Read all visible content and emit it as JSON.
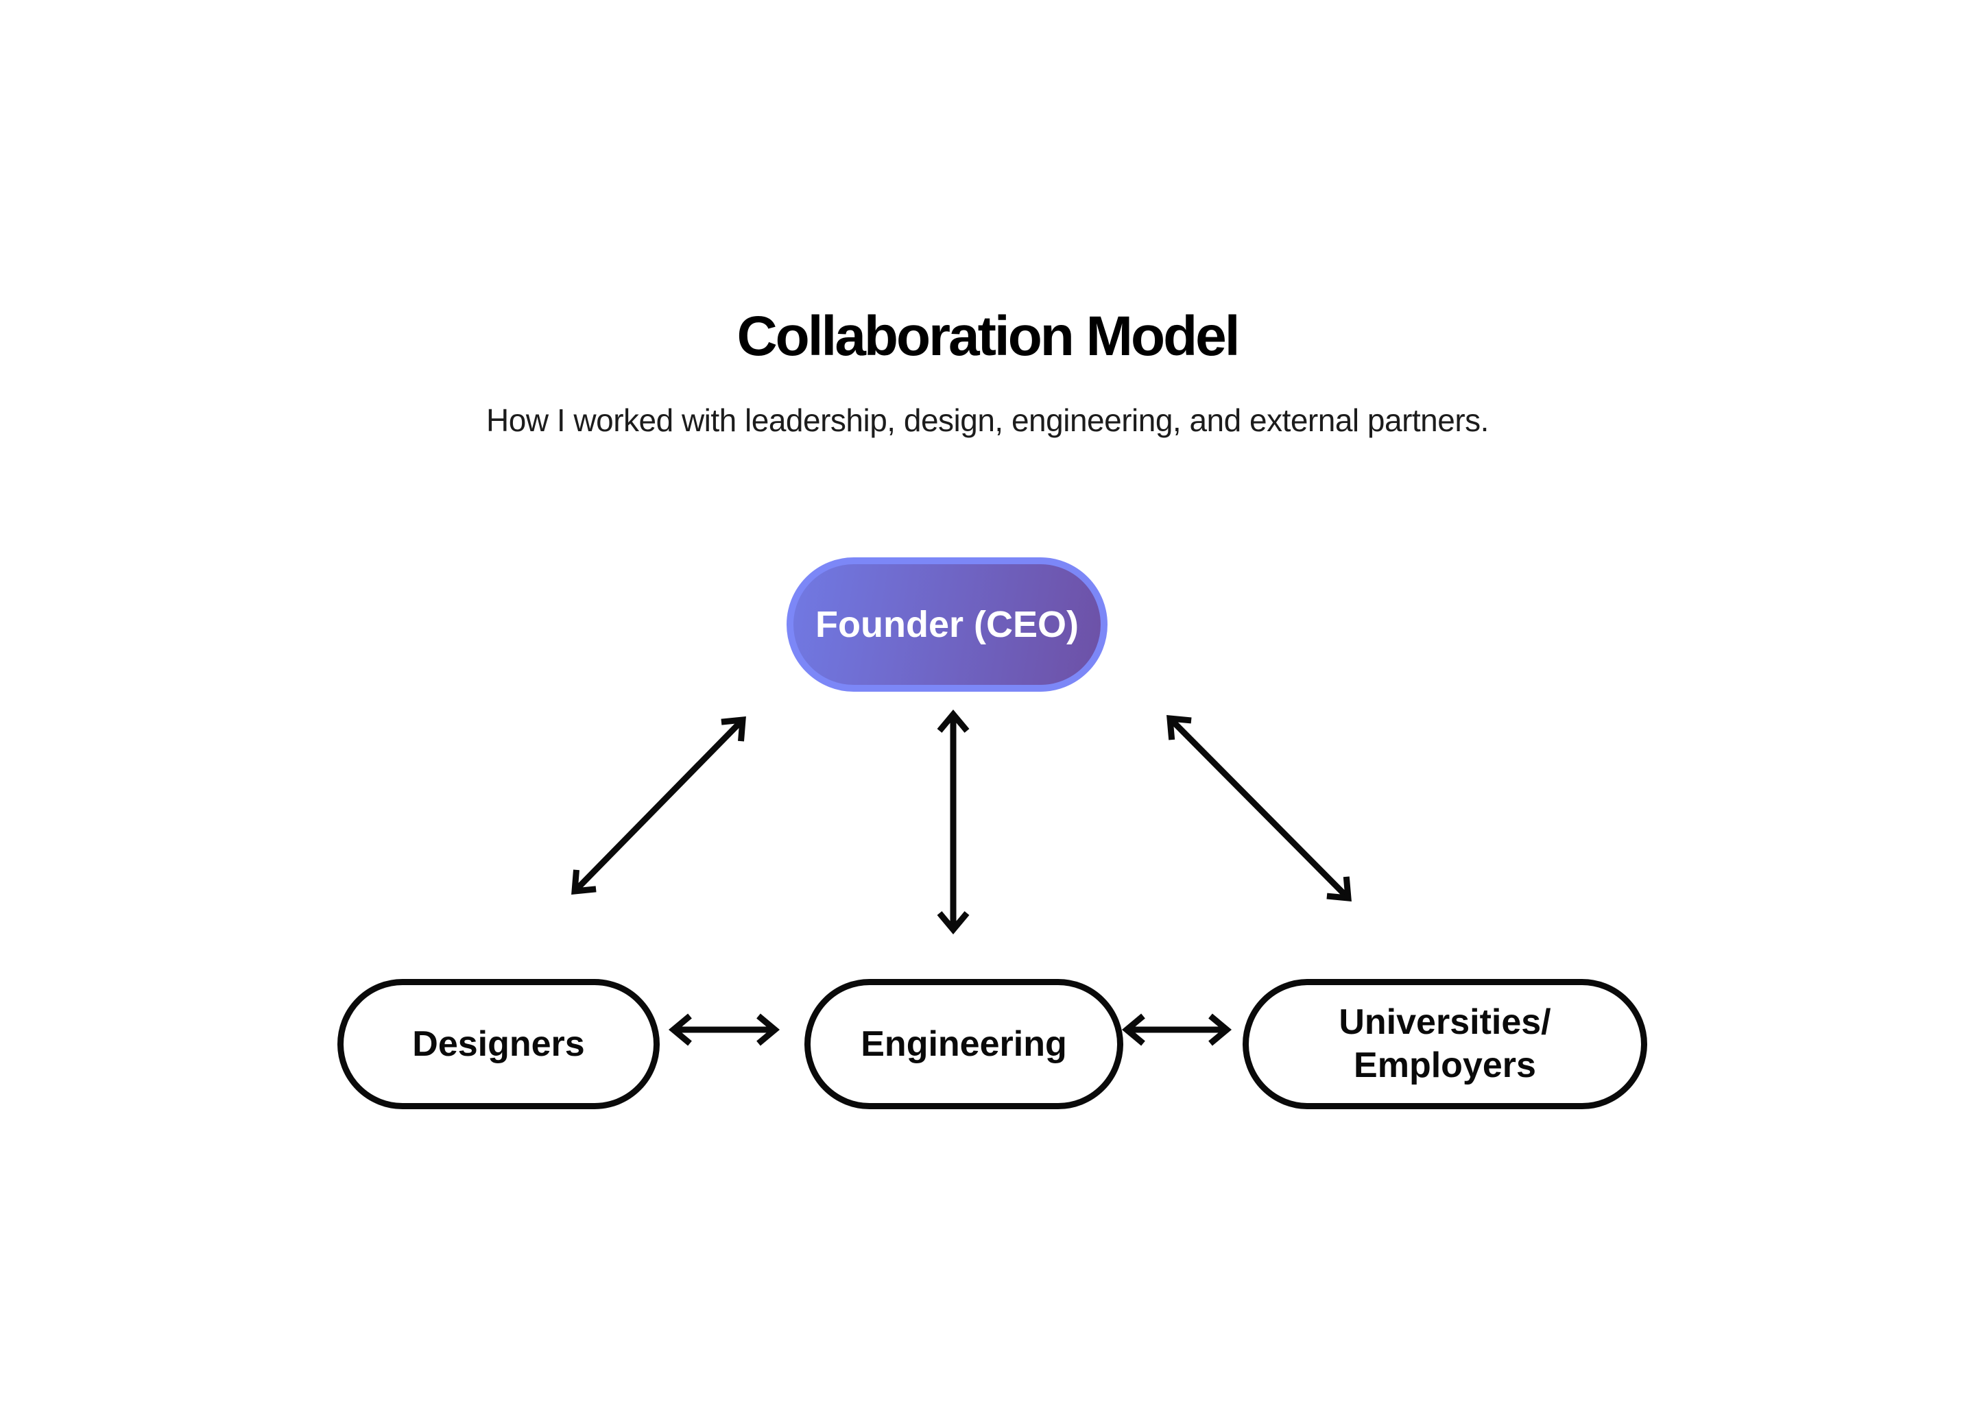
{
  "header": {
    "title": "Collaboration Model",
    "subtitle": "How I worked with leadership, design, engineering, and external partners."
  },
  "diagram": {
    "nodes": {
      "founder": {
        "label": "Founder (CEO)"
      },
      "designers": {
        "label": "Designers"
      },
      "engineering": {
        "label": "Engineering"
      },
      "universities": {
        "label": "Universities/Employers",
        "lines": [
          "Universities/",
          "Employers"
        ]
      }
    },
    "edges": [
      {
        "from": "founder",
        "to": "designers",
        "bidirectional": true
      },
      {
        "from": "founder",
        "to": "engineering",
        "bidirectional": true
      },
      {
        "from": "founder",
        "to": "universities",
        "bidirectional": true
      },
      {
        "from": "designers",
        "to": "engineering",
        "bidirectional": true
      },
      {
        "from": "engineering",
        "to": "universities",
        "bidirectional": true
      }
    ],
    "colors": {
      "founder_gradient_start": "#7179E3",
      "founder_gradient_end": "#6D51A6",
      "founder_border": "#7C87F7",
      "founder_text": "#FFFFFF",
      "node_background": "#FFFFFF",
      "node_border": "#0A0A0A",
      "node_text": "#0A0A0A",
      "arrow": "#0A0A0A",
      "background": "#FFFFFF"
    }
  }
}
